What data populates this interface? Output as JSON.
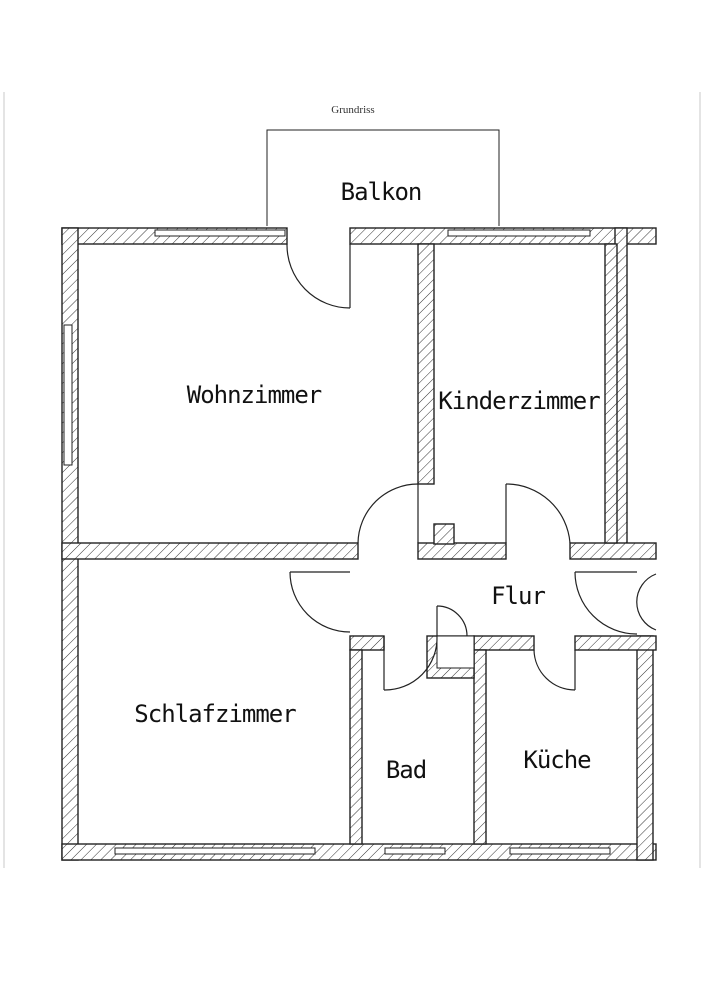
{
  "title": "Grundriss",
  "rooms": {
    "balkon": "Balkon",
    "wohnzimmer": "Wohnzimmer",
    "kinderzimmer": "Kinderzimmer",
    "flur": "Flur",
    "schlafzimmer": "Schlafzimmer",
    "bad": "Bad",
    "kueche": "Küche"
  }
}
